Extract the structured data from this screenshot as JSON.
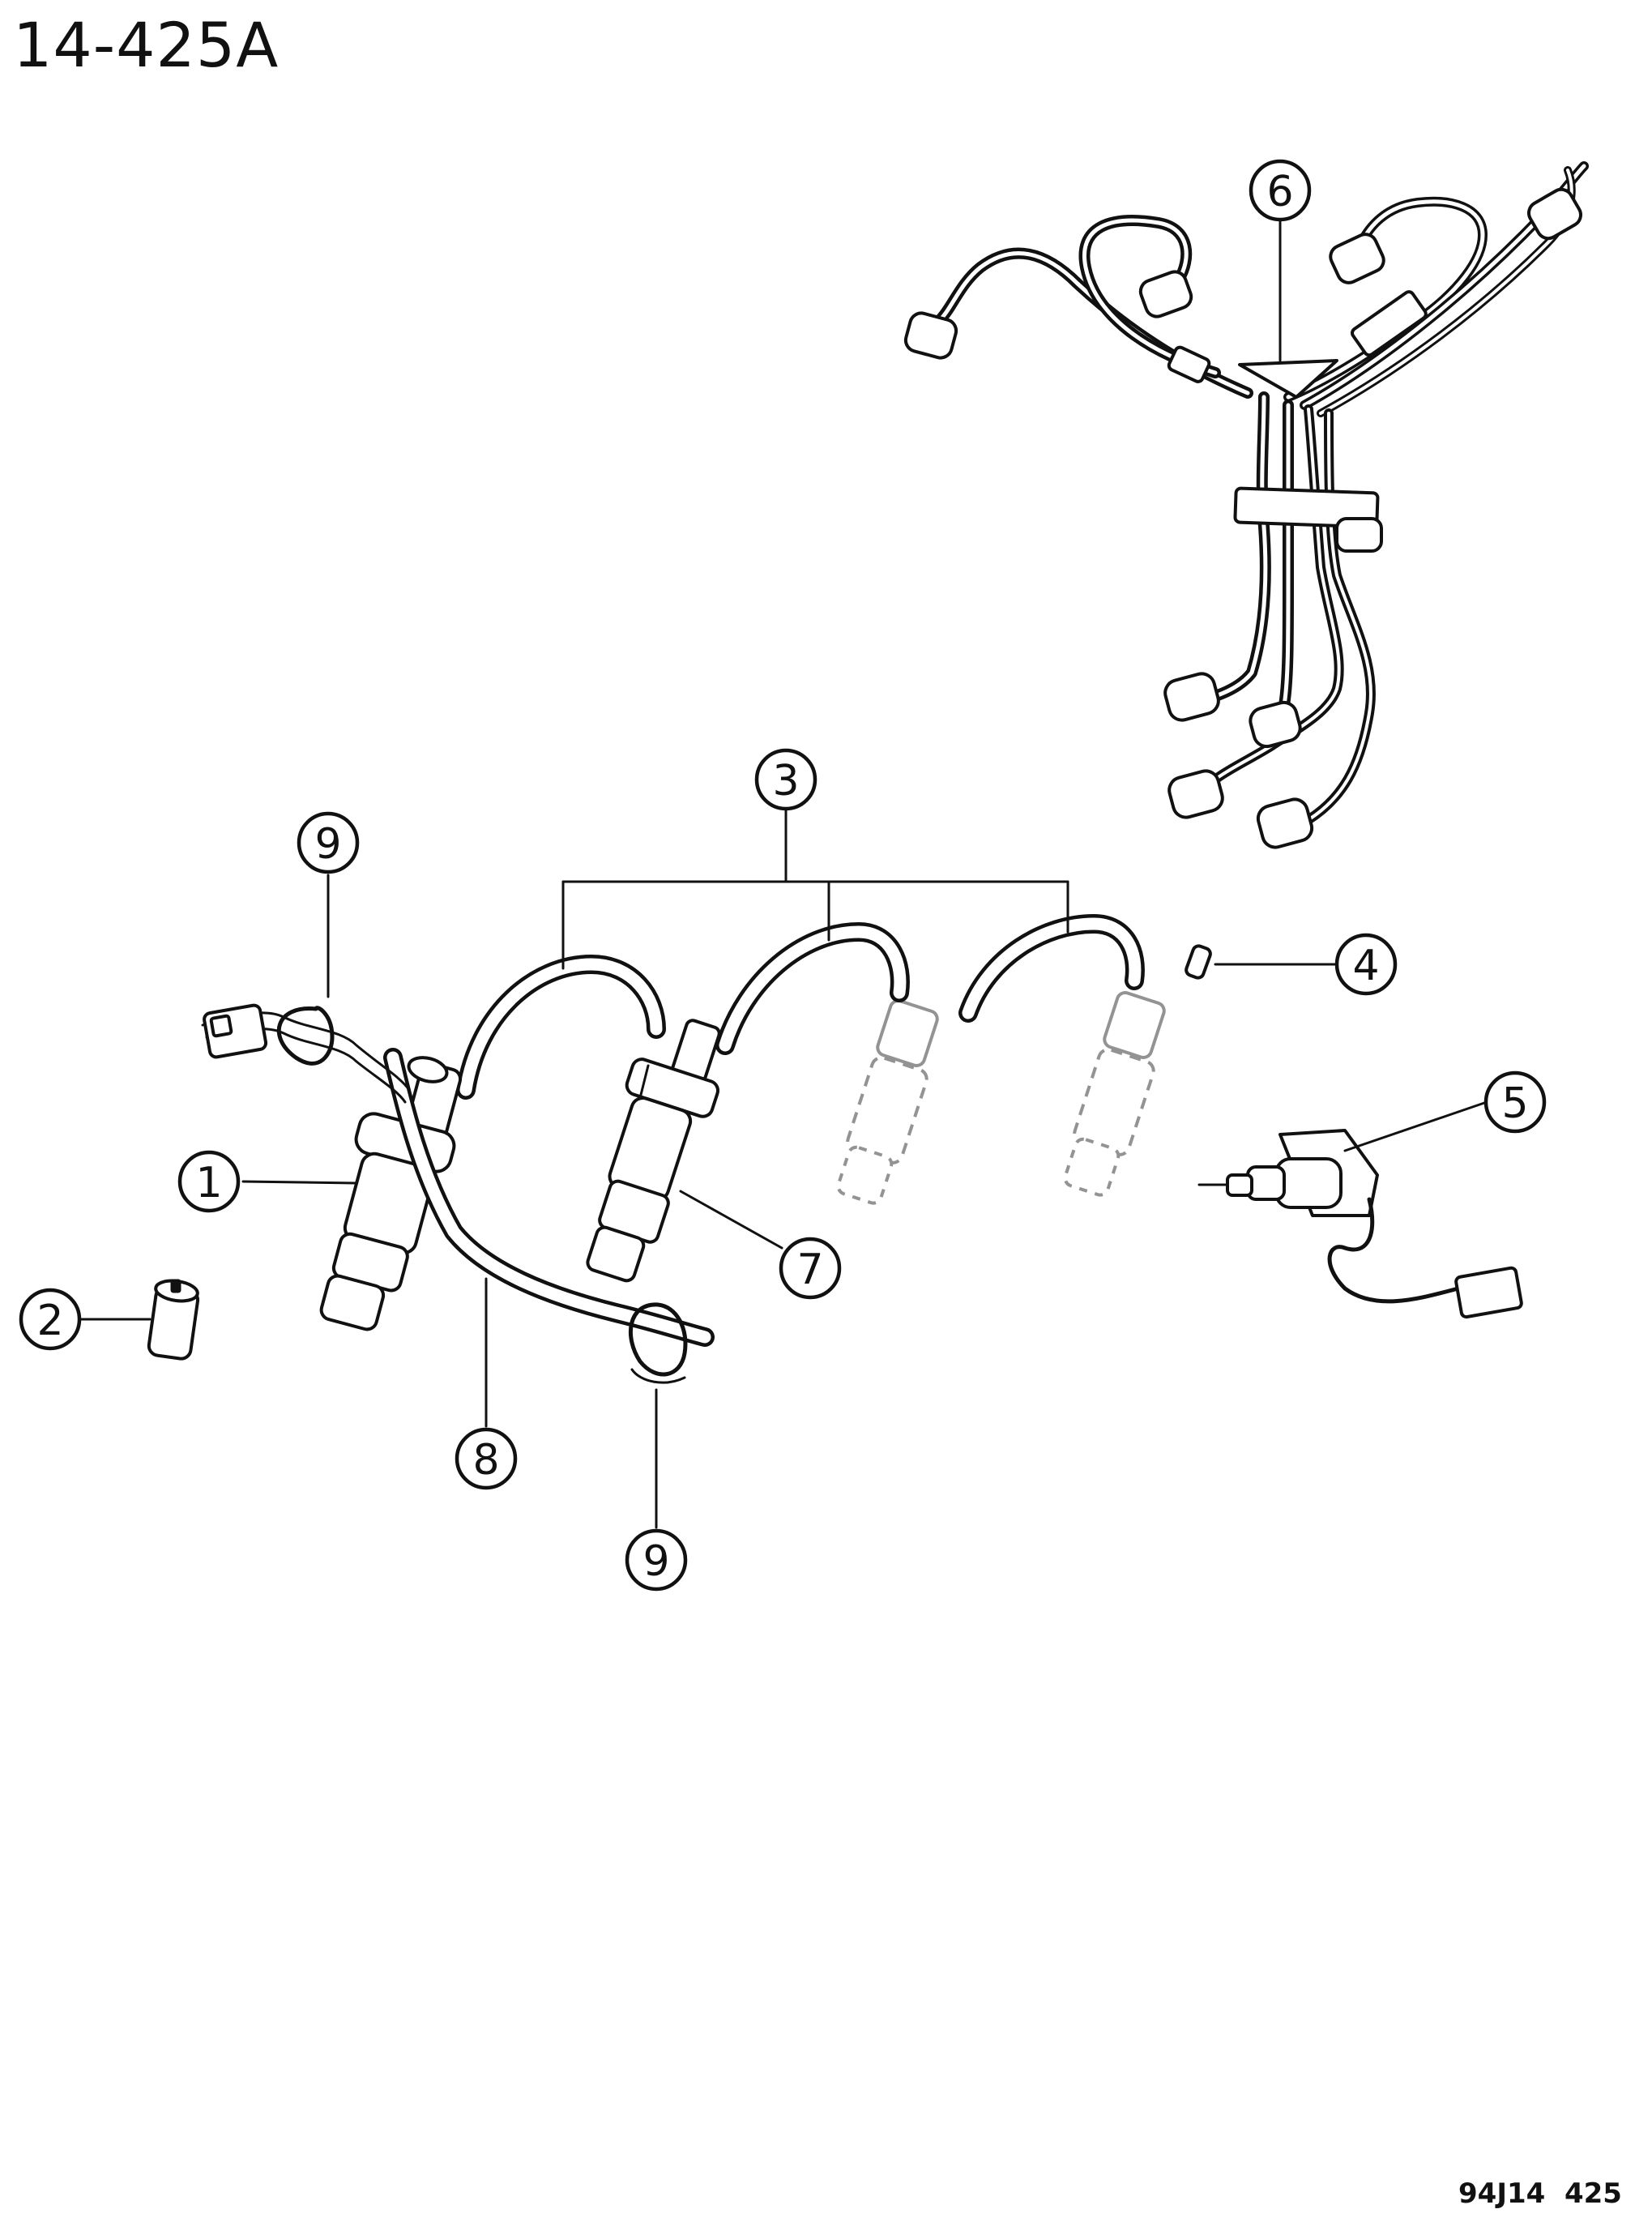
{
  "header": {
    "diagram_id": "14-425A"
  },
  "footer": {
    "drawing_ref": "94J14  425"
  },
  "callouts": {
    "c1": "1",
    "c2": "2",
    "c3": "3",
    "c4": "4",
    "c5": "5",
    "c6": "6",
    "c7": "7",
    "c8": "8",
    "c9a": "9",
    "c9b": "9"
  },
  "colors": {
    "ink": "#111111",
    "paper": "#ffffff"
  }
}
